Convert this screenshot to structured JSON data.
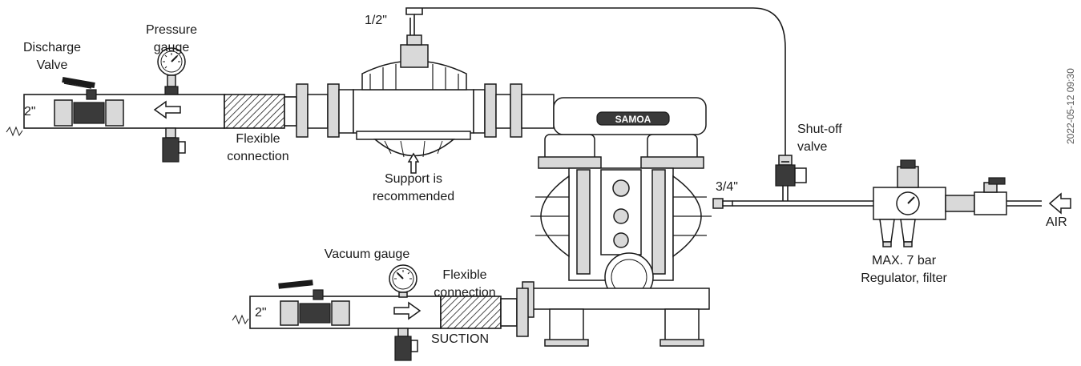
{
  "labels": {
    "discharge_valve_1": "Discharge",
    "discharge_valve_2": "Valve",
    "pressure_gauge_1": "Pressure",
    "pressure_gauge_2": "gauge",
    "discharge_size": "2\"",
    "flexible_top_1": "Flexible",
    "flexible_top_2": "connection",
    "air_line_size": "1/2\"",
    "support_1": "Support is",
    "support_2": "recommended",
    "pump_brand": "SAMOA",
    "shutoff_1": "Shut-off",
    "shutoff_2": "valve",
    "inlet_size": "3/4\"",
    "air": "AIR",
    "max_pressure": "MAX. 7 bar",
    "regulator": "Regulator, filter",
    "vacuum_gauge": "Vacuum gauge",
    "flexible_bottom_1": "Flexible",
    "flexible_bottom_2": "connection",
    "suction_size": "2\"",
    "suction": "SUCTION",
    "date_stamp": "2022-05-12 09:30"
  },
  "colors": {
    "ink": "#1a1a1a",
    "metal": "#d9d9d9",
    "dark_metal": "#3a3a3a"
  }
}
